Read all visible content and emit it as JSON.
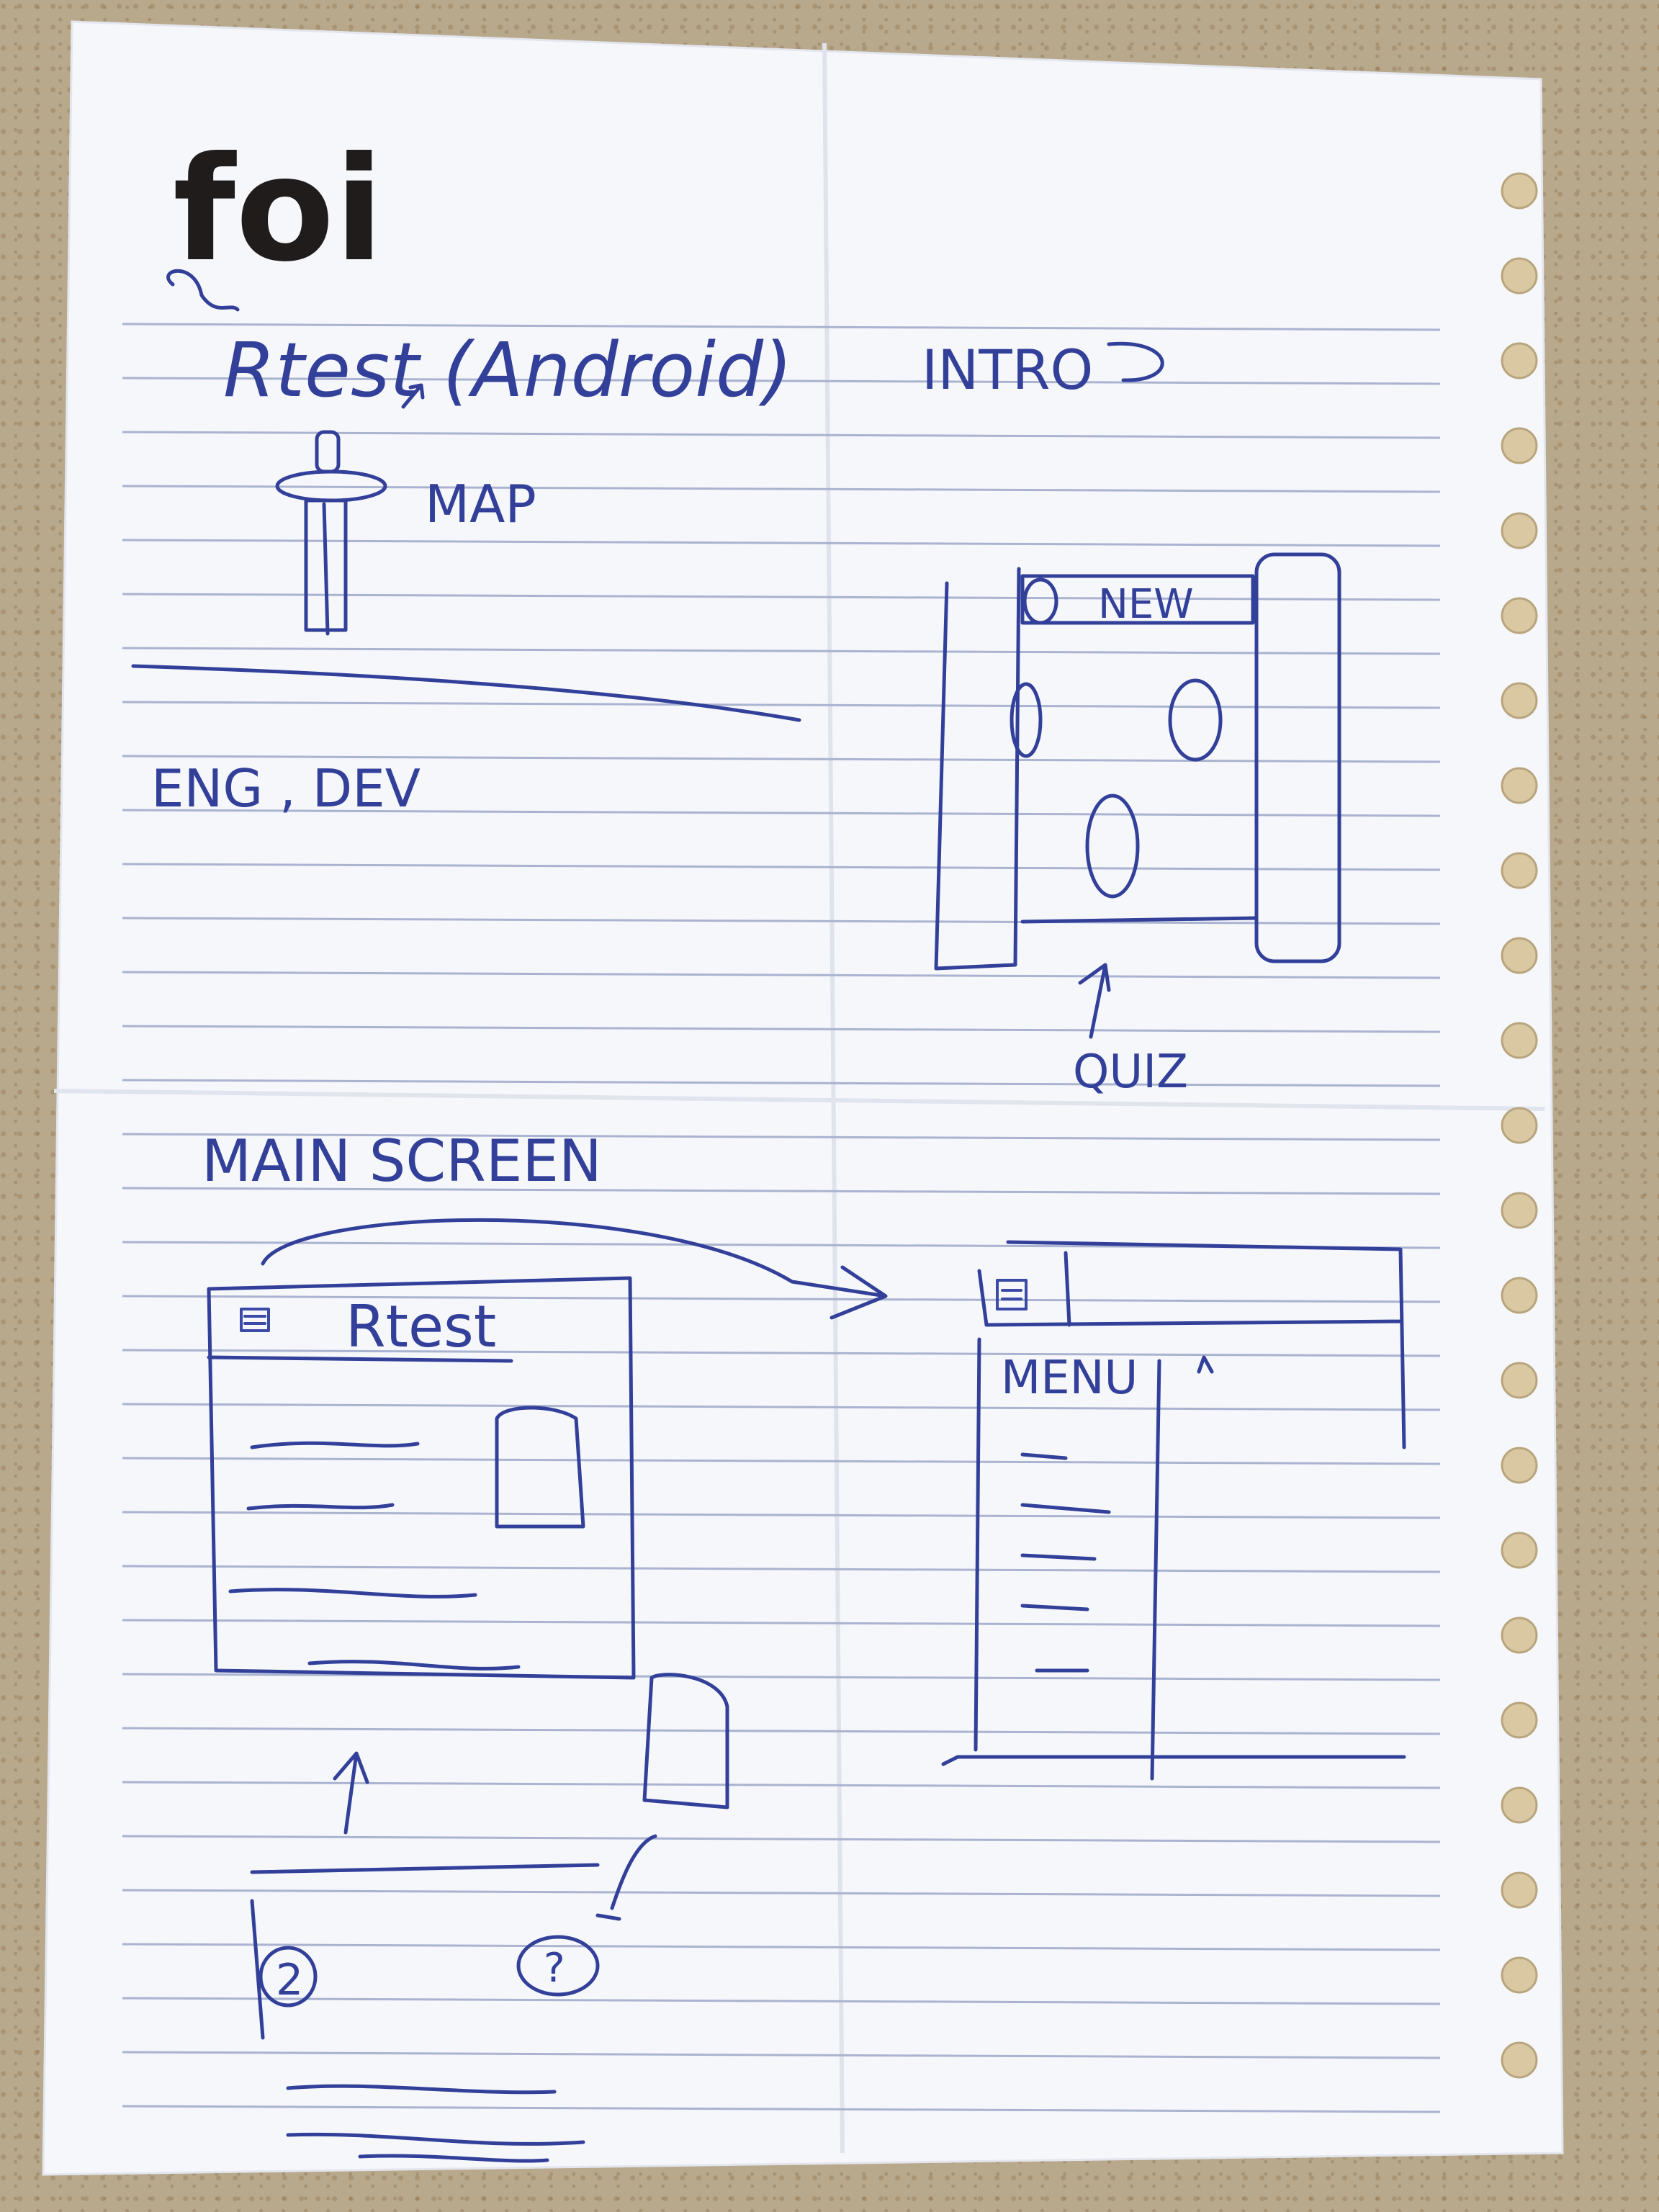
{
  "logo": {
    "text": "foi"
  },
  "intro_note": {
    "app_title": "Rtest (Android)",
    "map_label": "MAP",
    "languages": "ENG , DEV",
    "intro_label": "INTRO",
    "quiz_label": "QUIZ"
  },
  "main_screen": {
    "heading": "MAIN SCREEN",
    "mock_title": "Rtest",
    "menu_label": "MENU",
    "circle_left": "2",
    "circle_right": "?"
  },
  "colors": {
    "ink": "#33409a",
    "paper": "#f6f7fb",
    "rule_line": "#aab3cf",
    "binding_hole": "#d9c8a2"
  }
}
